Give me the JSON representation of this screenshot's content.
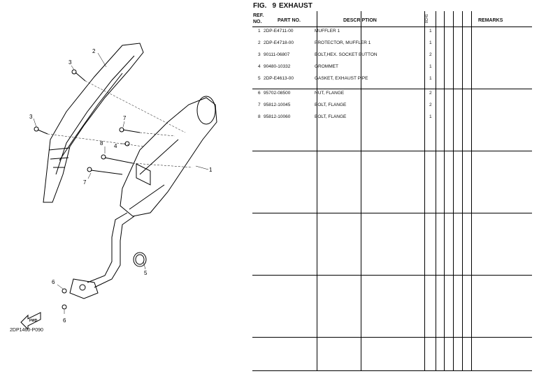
{
  "figure": {
    "label": "FIG.",
    "number": "9",
    "title": "EXHAUST"
  },
  "headers": {
    "ref_no": "REF.\nNO.",
    "part_no": "PART NO.",
    "description": "DESCRIPTION",
    "qty_code": "8CH1",
    "remarks": "REMARKS"
  },
  "parts": [
    {
      "ref": "1",
      "part_no": "2DP-E4711-00",
      "description": "MUFFLER 1",
      "qty": "1"
    },
    {
      "ref": "2",
      "part_no": "2DP-E4718-00",
      "description": "PROTECTOR, MUFFLER 1",
      "qty": "1"
    },
    {
      "ref": "3",
      "part_no": "90111-06807",
      "description": "BOLT,HEX. SOCKET BUTTON",
      "qty": "2"
    },
    {
      "ref": "4",
      "part_no": "90480-10332",
      "description": "GROMMET",
      "qty": "1"
    },
    {
      "ref": "5",
      "part_no": "2DP-E4613-00",
      "description": "GASKET, EXHAUST PIPE",
      "qty": "1"
    },
    {
      "ref": "6",
      "part_no": "95702-08500",
      "description": "NUT, FLANGE",
      "qty": "2"
    },
    {
      "ref": "7",
      "part_no": "95812-10045",
      "description": "BOLT, FLANGE",
      "qty": "2"
    },
    {
      "ref": "8",
      "part_no": "95812-10060",
      "description": "BOLT, FLANGE",
      "qty": "1"
    }
  ],
  "diagram": {
    "code": "2DP1460-P090",
    "callouts": [
      "1",
      "2",
      "3",
      "3",
      "4",
      "5",
      "6",
      "6",
      "7",
      "7",
      "8"
    ],
    "fwd_label": "FWD"
  }
}
